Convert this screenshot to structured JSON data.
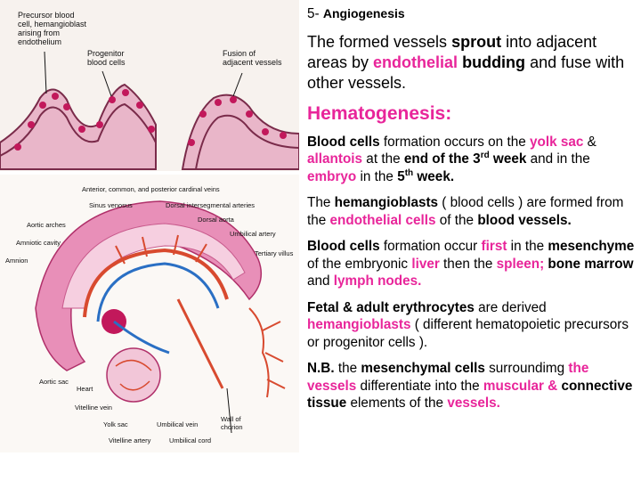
{
  "figure_top": {
    "label_left": "Precursor blood\ncell, hemangioblast\narising from\nendothelium",
    "label_mid": "Progenitor\nblood cells",
    "label_right": "Fusion of\nadjacent vessels"
  },
  "figure_bottom": {
    "labels": {
      "cardinal_veins": "Anterior, common, and posterior cardinal veins",
      "sinus_venosus": "Sinus venosus",
      "dorsal_intersegmental": "Dorsal intersegmental arteries",
      "aortic_arches": "Aortic arches",
      "dorsal_aorta": "Dorsal aorta",
      "amniotic_cavity": "Amniotic cavity",
      "umbilical_artery": "Umbilical artery",
      "amnion": "Amnion",
      "tertiary_villus": "Tertiary villus",
      "aortic_sac": "Aortic sac",
      "heart": "Heart",
      "vitelline_vein": "Vitelline vein",
      "yolk_sac": "Yolk sac",
      "umbilical_vein": "Umbilical vein",
      "wall_of_chorion": "Wall of\nchorion",
      "vitelline_artery": "Vitelline artery",
      "umbilical_cord": "Umbilical cord"
    }
  },
  "text": {
    "angio_num": "5- ",
    "angio_title": "Angiogenesis",
    "p1": [
      "The formed vessels ",
      "sprout",
      " into adjacent areas by ",
      "endothelial",
      " ",
      "budding",
      " and fuse with other vessels."
    ],
    "hemato_title": "Hematogenesis:",
    "p2": [
      "Blood cells",
      " formation occurs on the ",
      "yolk sac",
      " & ",
      "allantois",
      " at the ",
      "end of the 3",
      "rd",
      " week",
      " and in the ",
      "embryo",
      " in the ",
      "5",
      "th",
      " week."
    ],
    "p3": [
      "The ",
      "hemangioblasts",
      " ( blood cells ) are formed from the ",
      "endothelial cells",
      " of the ",
      "blood vessels."
    ],
    "p4": [
      "Blood cells",
      " formation occur ",
      "first",
      " in the ",
      "mesenchyme",
      " of the embryonic ",
      "liver",
      " then the ",
      "spleen;",
      " ",
      "bone marrow",
      " and ",
      "lymph nodes."
    ],
    "p5": [
      "Fetal & adult erythrocytes",
      " are derived ",
      "hemangioblasts",
      " ( different hematopoietic precursors or progenitor cells )."
    ],
    "p6": [
      "N.B.",
      " the ",
      "mesenchymal cells",
      " surroundimg ",
      "the vessels",
      " differentiate into the ",
      "muscular &",
      " ",
      "connective tissue",
      " elements of the ",
      "vessels."
    ]
  }
}
